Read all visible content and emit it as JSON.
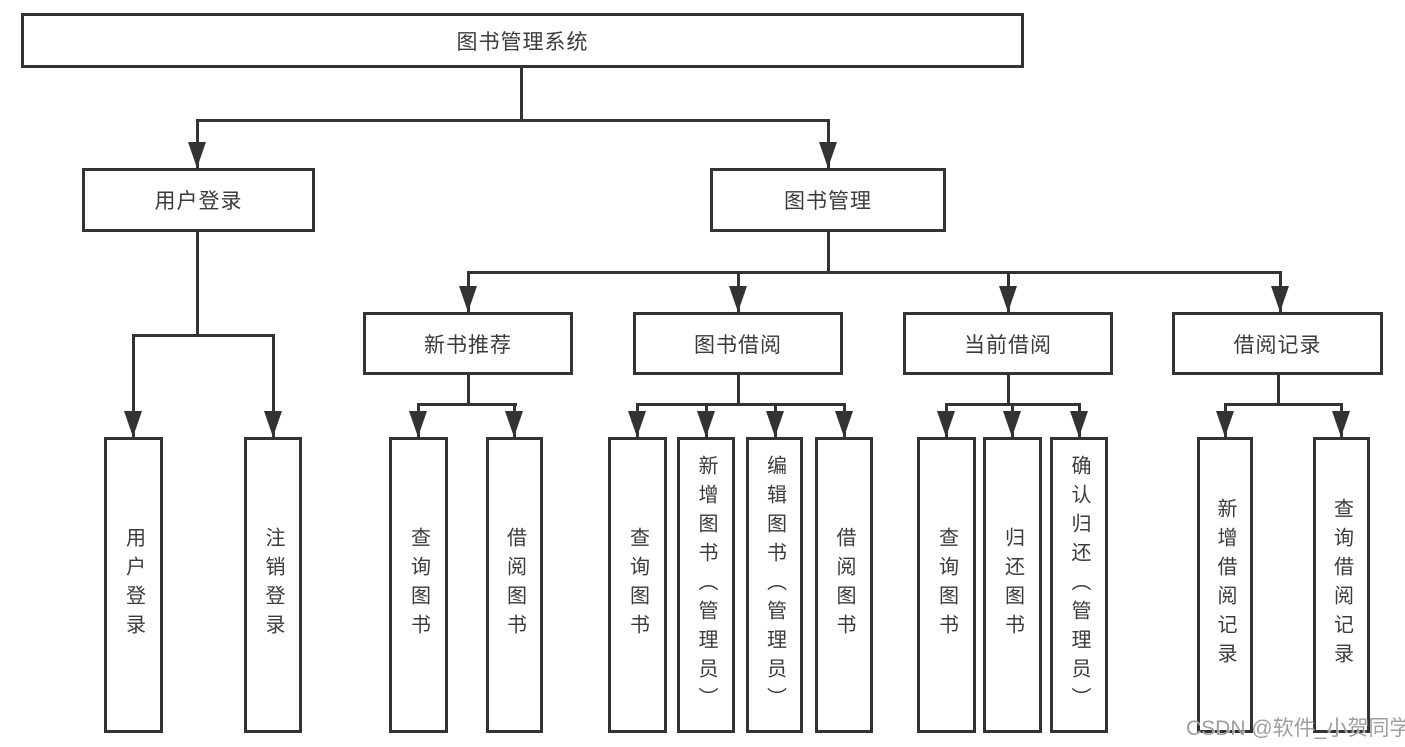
{
  "diagram": {
    "root": {
      "label": "图书管理系统"
    },
    "branches": [
      {
        "label": "用户登录",
        "children": [
          {
            "label": "用户登录"
          },
          {
            "label": "注销登录"
          }
        ]
      },
      {
        "label": "图书管理",
        "children": [
          {
            "label": "新书推荐",
            "children": [
              {
                "label": "查询图书"
              },
              {
                "label": "借阅图书"
              }
            ]
          },
          {
            "label": "图书借阅",
            "children": [
              {
                "label": "查询图书"
              },
              {
                "label": "新增图书（管理员）"
              },
              {
                "label": "编辑图书（管理员）"
              },
              {
                "label": "借阅图书"
              }
            ]
          },
          {
            "label": "当前借阅",
            "children": [
              {
                "label": "查询图书"
              },
              {
                "label": "归还图书"
              },
              {
                "label": "确认归还（管理员）"
              }
            ]
          },
          {
            "label": "借阅记录",
            "children": [
              {
                "label": "新增借阅记录"
              },
              {
                "label": "查询借阅记录"
              }
            ]
          }
        ]
      }
    ],
    "watermark": "CSDN @软件_小贺同学",
    "colors": {
      "line": "#333333",
      "text": "#3b3b3b",
      "watermark": "#9e9e9e",
      "background": "#ffffff"
    }
  }
}
